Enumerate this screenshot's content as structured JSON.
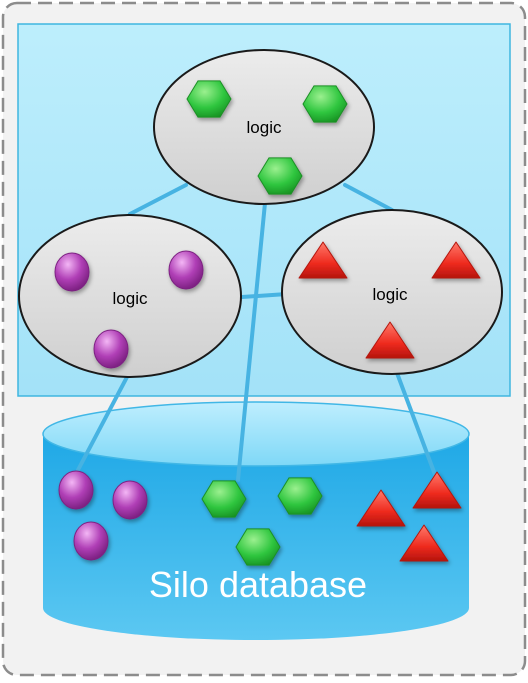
{
  "diagram": {
    "nodes": {
      "logic_top": {
        "label": "logic"
      },
      "logic_left": {
        "label": "logic"
      },
      "logic_right": {
        "label": "logic"
      }
    },
    "database": {
      "label": "Silo database"
    },
    "colors": {
      "outer_frame_fill": "#f2f2f2",
      "outer_frame_stroke": "#8c8c8c",
      "logic_layer_fill": "#aee8fb",
      "logic_layer_stroke": "#3fb6e0",
      "ellipse_fill": "#d9d9d9",
      "ellipse_stroke": "#1a1a1a",
      "connector": "#47b3e2",
      "database_fill": "#2fb0e8",
      "database_top": "#9fe3fa",
      "database_text": "#ffffff",
      "hexagon": "#2fc63f",
      "circle": "#b03fb6",
      "triangle": "#ee2a1e"
    },
    "shape_icons": [
      "green-hexagon",
      "purple-circle",
      "red-triangle"
    ]
  }
}
